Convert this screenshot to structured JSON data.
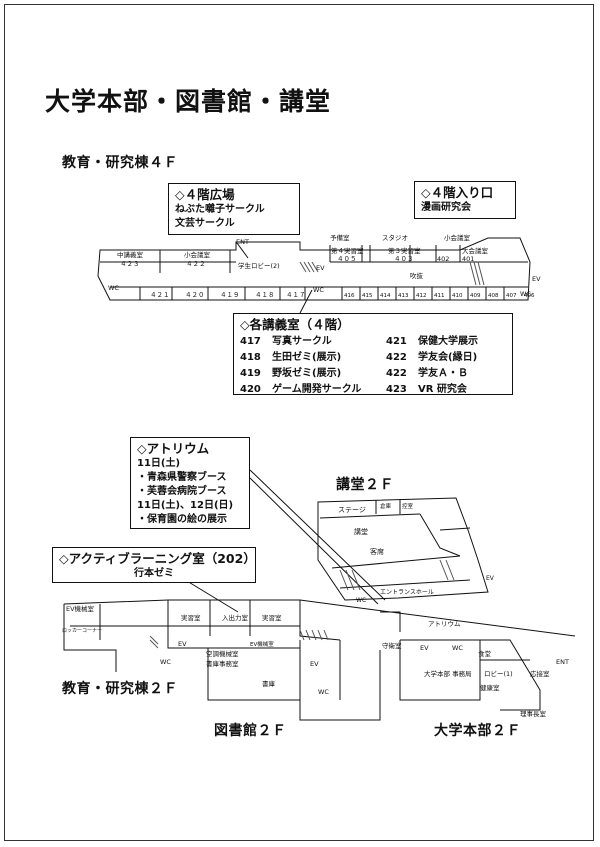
{
  "title": "大学本部・図書館・講堂",
  "sections": {
    "floor4": "教育・研究棟４Ｆ",
    "hall2f": "講堂２Ｆ",
    "edu2f": "教育・研究棟２Ｆ",
    "lib2f": "図書館２Ｆ",
    "hq2f": "大学本部２Ｆ"
  },
  "callouts": {
    "plaza4f": {
      "head": "◇４階広場",
      "lines": [
        "ねぶた囃子サークル",
        "文芸サークル"
      ]
    },
    "entrance4f": {
      "head": "◇４階入り口",
      "lines": [
        "漫画研究会"
      ]
    },
    "lectures4f": {
      "head": "◇各講義室（４階）",
      "rooms": [
        {
          "no": "417",
          "name": "写真サークル"
        },
        {
          "no": "421",
          "name": "保健大学展示"
        },
        {
          "no": "418",
          "name": "生田ゼミ(展示)"
        },
        {
          "no": "422",
          "name": "学友会(縁日)"
        },
        {
          "no": "419",
          "name": "野坂ゼミ(展示)"
        },
        {
          "no": "422",
          "name": "学友Ａ・Ｂ"
        },
        {
          "no": "420",
          "name": "ゲーム開発サークル"
        },
        {
          "no": "423",
          "name": "VR 研究会"
        }
      ]
    },
    "atrium": {
      "head": "◇アトリウム",
      "lines": [
        "11日(土)",
        "・青森県警察ブース",
        "・芙蓉会病院ブース",
        "11日(土)、12日(日)",
        "・保育園の絵の展示"
      ]
    },
    "active": {
      "head": "◇アクティブラーニング室（202）",
      "lines": [
        "行本ゼミ"
      ]
    }
  },
  "map_labels": {
    "f4": {
      "chukougi": "中講義室",
      "r423": "４２３",
      "shoukaigi": "小会議室",
      "r422": "４２２",
      "ent": "ENT",
      "lobby": "学生ロビー(2)",
      "yobi": "予備室",
      "studio": "スタジオ",
      "jisshu4": "第４実習室",
      "r405": "４０５",
      "jisshu3": "第３実習室",
      "r403": "４０３",
      "shoukaigi2": "小会議室",
      "daikaigi": "大会議室",
      "fukinuke": "吹抜",
      "wc": "WC",
      "ev": "EV",
      "r421": "４２１",
      "r420": "４２０",
      "r419": "４１９",
      "r418": "４１８",
      "r417": "４１７",
      "small_rooms": [
        "416",
        "415",
        "414",
        "413",
        "412",
        "411",
        "410",
        "409",
        "408",
        "407",
        "406"
      ],
      "r402": "402",
      "r401": "401"
    },
    "hall": {
      "stage": "ステージ",
      "gakuya": "倉庫",
      "hikae": "控室",
      "koudou": "講堂",
      "kyakuseki": "客席",
      "entrance_hall": "エントランスホール",
      "ev": "EV",
      "wc": "WC"
    },
    "edu2": {
      "ev_machine": "EV機械室",
      "locker": "ロッカーコーナー",
      "jisshu_a": "実習室",
      "deiriguchi": "入出力室",
      "jisshu_b": "実習室",
      "ev": "EV",
      "wc": "WC"
    },
    "lib2": {
      "kuuchou": "空調機械室",
      "shoko": "書庫事務室",
      "ev_machine": "EV機械室",
      "shoko_main": "書庫",
      "ev": "EV",
      "wc": "WC"
    },
    "hq2": {
      "atrium": "アトリウム",
      "shuei": "守衛室",
      "ev": "EV",
      "wc": "WC",
      "lobby": "ロビー(1)",
      "jimukyoku": "大学本部\n事務局",
      "shokudou": "食堂",
      "ouseshitsu": "応接室",
      "riji": "理事長室",
      "ent": "ENT",
      "kenkou": "健康室"
    }
  },
  "colors": {
    "ink": "#111111",
    "hatch": "#555555",
    "paper": "#ffffff"
  }
}
